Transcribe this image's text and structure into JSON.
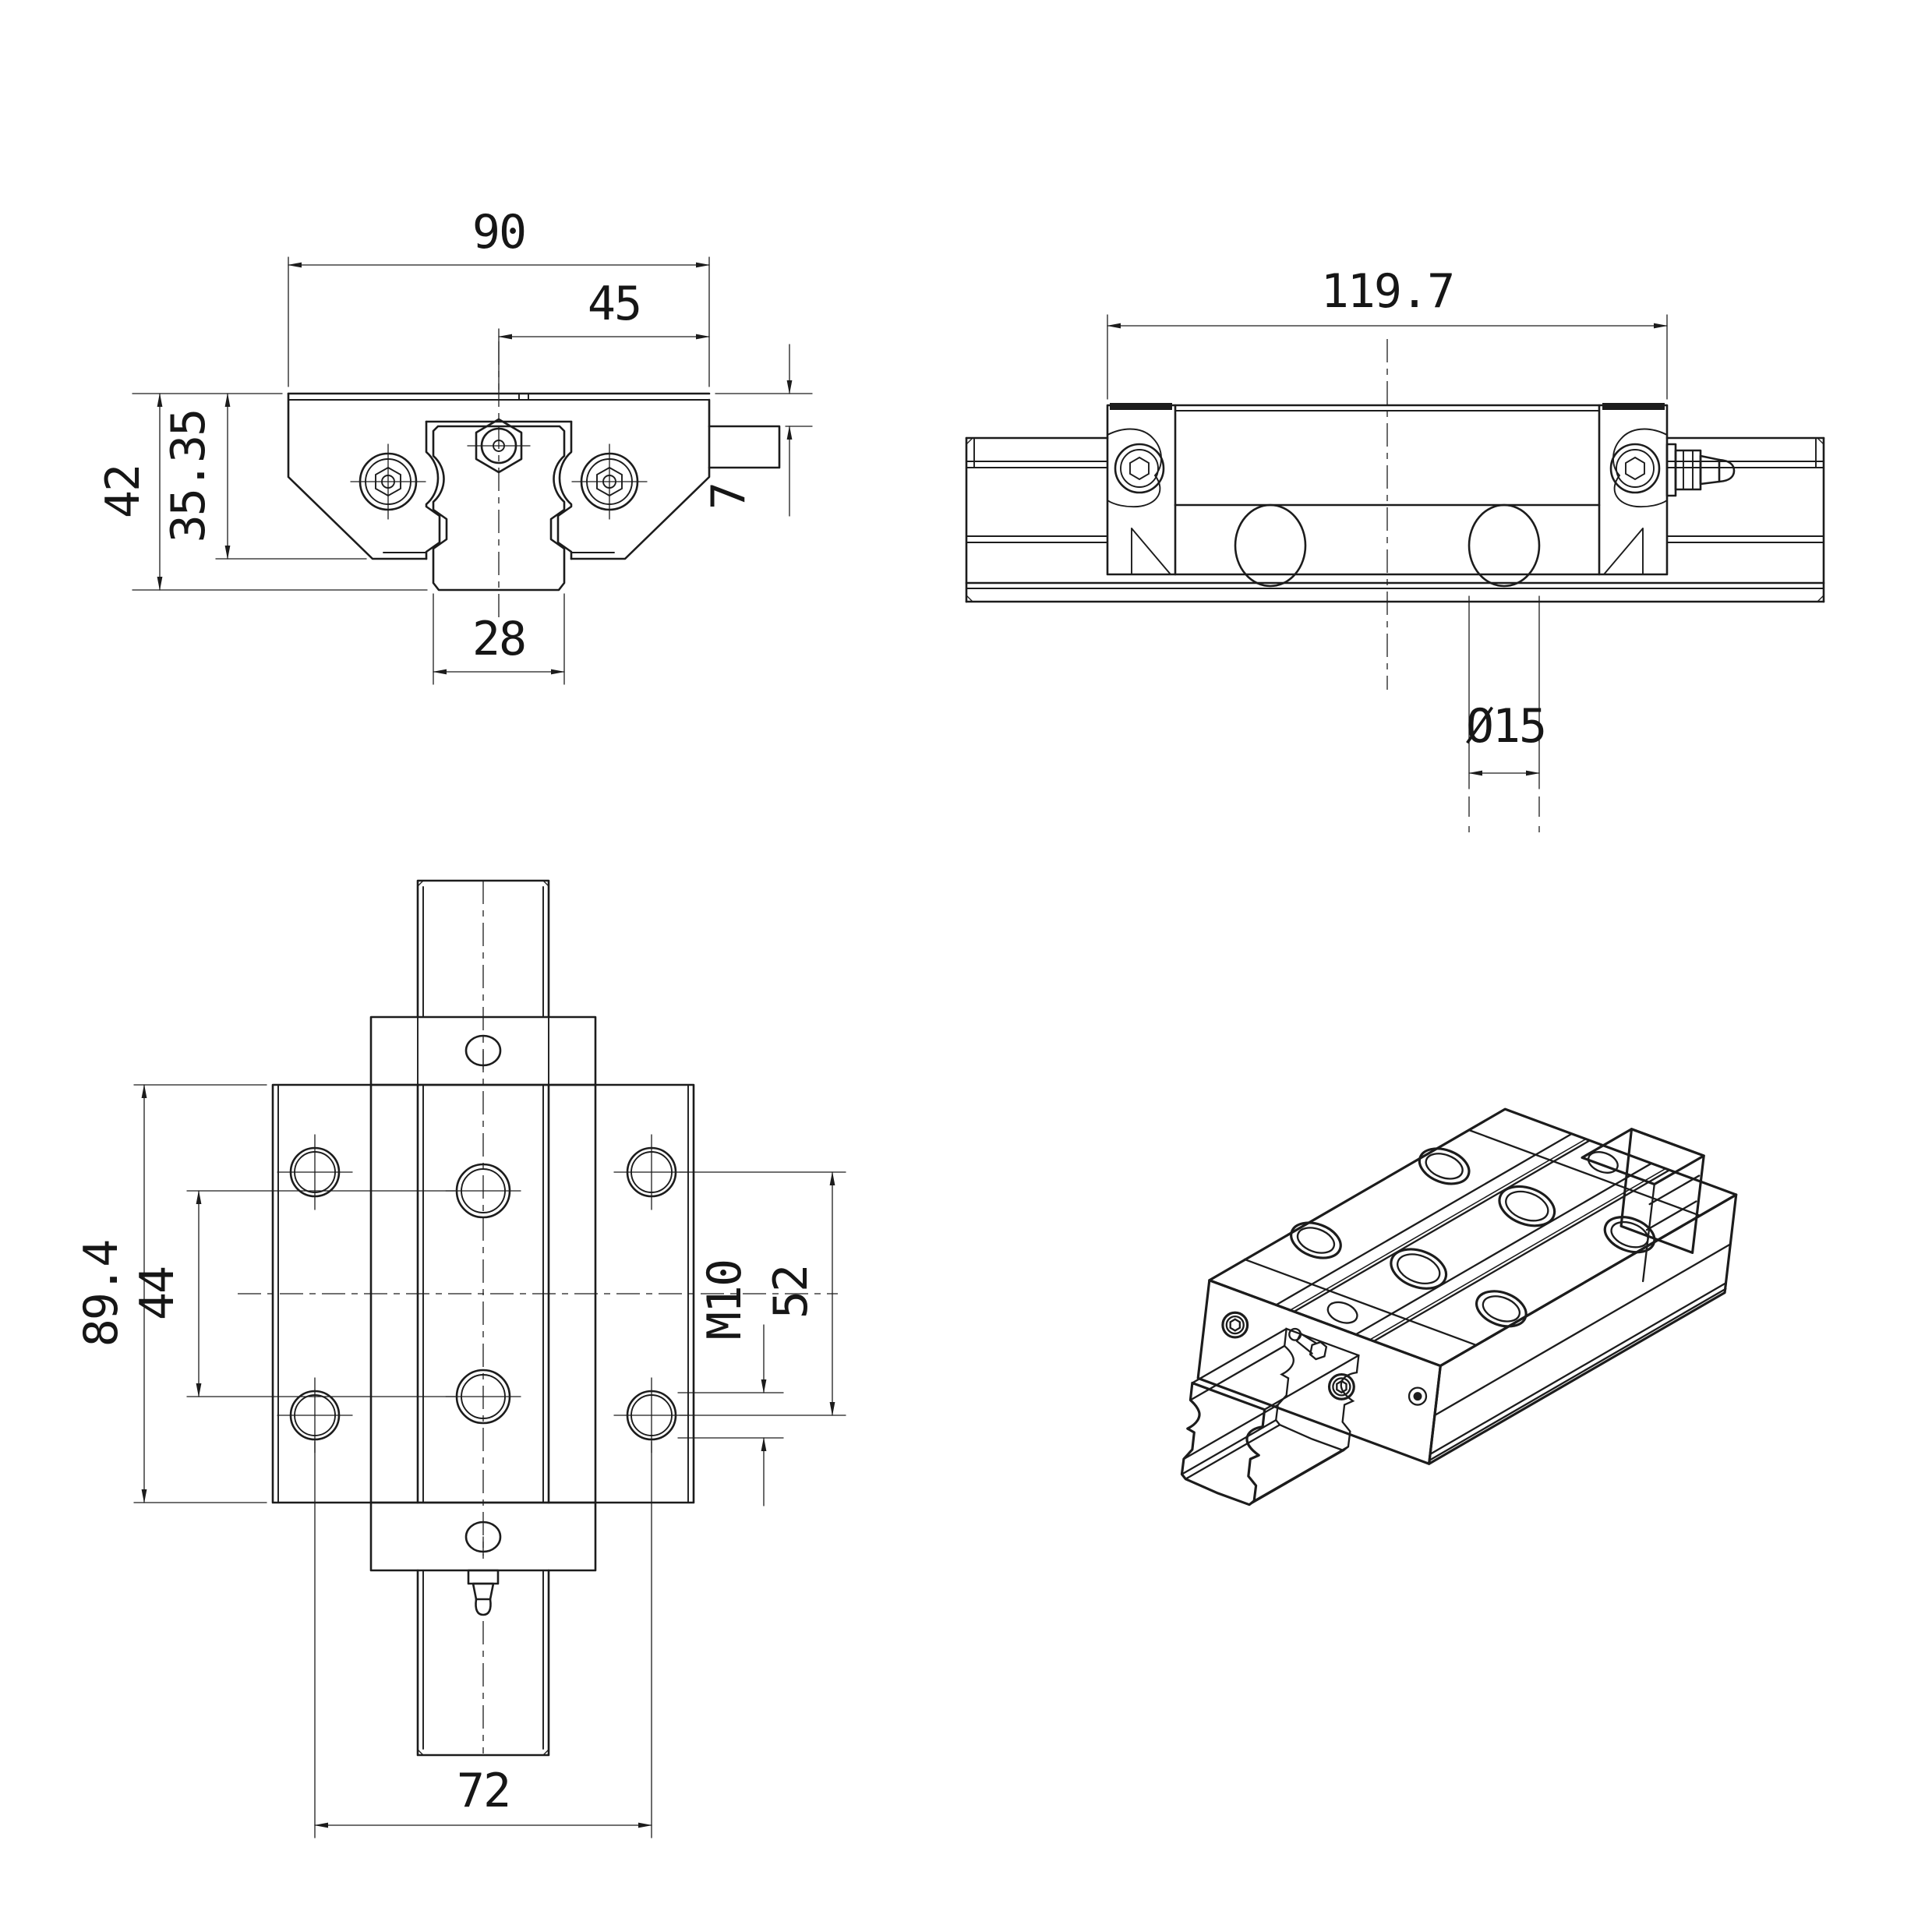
{
  "page": {
    "background": "#ffffff",
    "line_color": "#1c1c1c"
  },
  "views": {
    "front": {
      "name": "front-view",
      "dims": {
        "width": "90",
        "half_width": "45",
        "total_height": "42",
        "block_height": "35.35",
        "top_offset": "7",
        "rail_width": "28"
      }
    },
    "side": {
      "name": "side-view",
      "dims": {
        "carriage_length": "119.7",
        "bore_diameter": "Ø15"
      }
    },
    "plan": {
      "name": "plan-view",
      "dims": {
        "body_length": "89.4",
        "center_hole_pitch": "44",
        "thread": "M10",
        "side_hole_pitch": "52",
        "hole_span": "72"
      }
    },
    "isometric": {
      "name": "isometric-view"
    }
  }
}
